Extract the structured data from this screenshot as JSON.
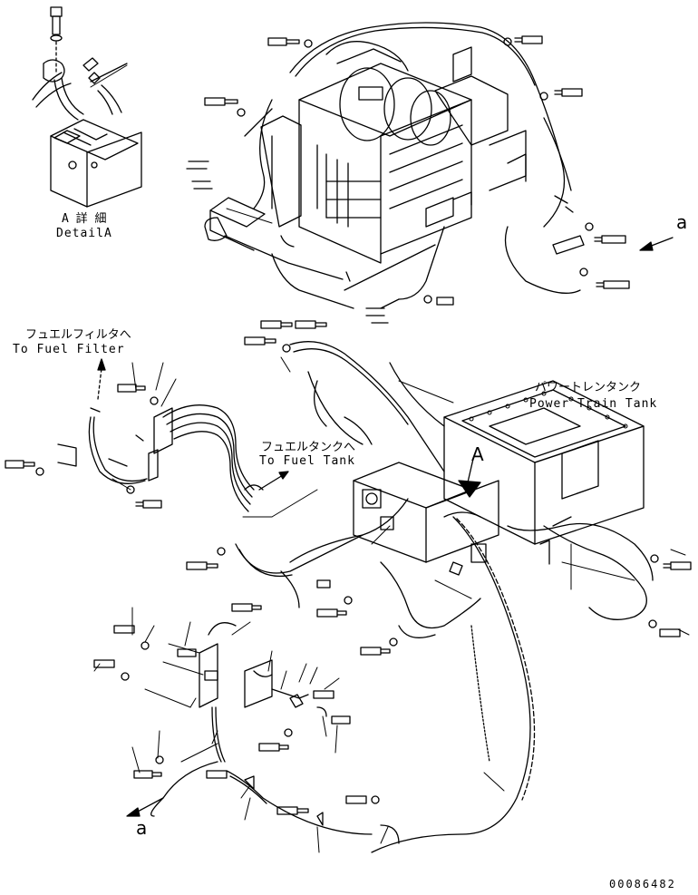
{
  "detail": {
    "jp": "A 詳 細",
    "en": "DetailA"
  },
  "fuel_filter": {
    "jp": "フュエルフィルタへ",
    "en": "To Fuel Filter"
  },
  "fuel_tank": {
    "jp": "フュエルタンクへ",
    "en": "To Fuel Tank"
  },
  "power_train_tank": {
    "jp": "パワートレンタンク",
    "en": "Power Train Tank"
  },
  "markers": {
    "a_upper": "a",
    "a_lower": "a",
    "A_view": "A"
  },
  "drawing_number": "00086482",
  "colors": {
    "line": "#000000",
    "background": "#ffffff"
  }
}
